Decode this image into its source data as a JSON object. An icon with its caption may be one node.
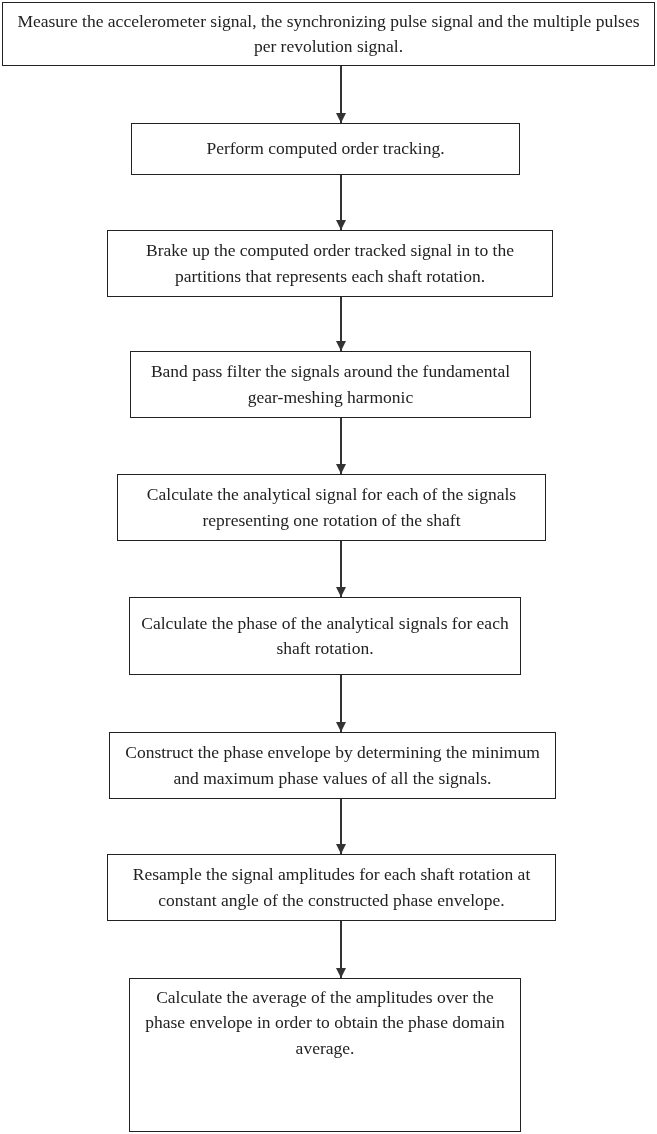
{
  "diagram": {
    "nodes": [
      {
        "text": [
          "Measure the accelerometer signal, the synchronizing pulse signal and the multiple pulses per revolution signal."
        ]
      },
      {
        "text": [
          "Perform computed order tracking."
        ]
      },
      {
        "text": [
          "Brake up the computed order tracked signal in to the partitions that represents each shaft rotation."
        ]
      },
      {
        "text": [
          "Band pass filter the signals around the fundamental gear-meshing harmonic"
        ]
      },
      {
        "text": [
          "Calculate the analytical signal for each of the signals representing one rotation of the shaft"
        ]
      },
      {
        "text": [
          "Calculate the phase of the analytical signals for each shaft rotation."
        ]
      },
      {
        "text": [
          "Construct the phase envelope by determining the minimum and maximum phase values of all the signals."
        ]
      },
      {
        "text": [
          "Resample the signal amplitudes for each shaft rotation at constant angle of the constructed phase envelope."
        ]
      },
      {
        "text": [
          "Calculate the average of the amplitudes over the phase envelope in order to obtain the phase domain average."
        ]
      }
    ],
    "edges": [
      {
        "from": 0,
        "to": 1,
        "arrow": "to"
      },
      {
        "from": 1,
        "to": 2,
        "arrow": "to"
      },
      {
        "from": 2,
        "to": 3,
        "arrow": "to"
      },
      {
        "from": 3,
        "to": 4,
        "arrow": "to"
      },
      {
        "from": 4,
        "to": 5,
        "arrow": "to"
      },
      {
        "from": 5,
        "to": 6,
        "arrow": "to"
      },
      {
        "from": 6,
        "to": 7,
        "arrow": "to"
      },
      {
        "from": 7,
        "to": 8,
        "arrow": "to"
      }
    ]
  }
}
